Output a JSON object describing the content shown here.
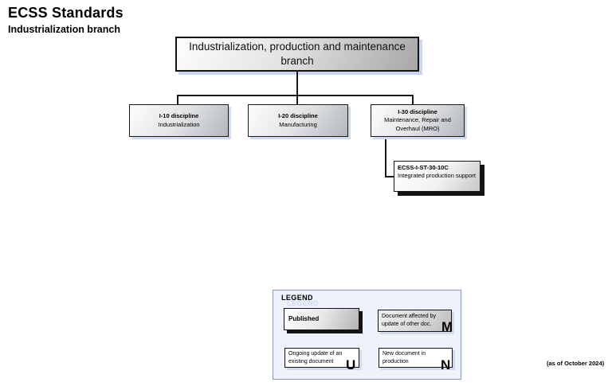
{
  "header": {
    "title": "ECSS Standards",
    "subtitle": "Industrialization branch",
    "footnote": "(as of October 2024)"
  },
  "tree": {
    "root": {
      "label": "Industrialization, production and maintenance branch"
    },
    "disciplines": [
      {
        "code": "I-10 discipline",
        "name": "Industrialization"
      },
      {
        "code": "I-20 discipline",
        "name": "Manufacturing"
      },
      {
        "code": "I-30 discipline",
        "name": "Maintenance, Repair and Overhaul (MRO)"
      }
    ],
    "documents": [
      {
        "code": "ECSS-I-ST-30-10C",
        "name": "Integrated production support",
        "status": "published",
        "parent": "I-30 discipline"
      }
    ]
  },
  "legend": {
    "title": "LEGEND",
    "items": [
      {
        "label": "Published",
        "style": "published",
        "letter": ""
      },
      {
        "label": "Document affected by update of other doc.",
        "style": "affected",
        "letter": "M"
      },
      {
        "label": "Ongoing update of an existing document",
        "style": "ongoing",
        "letter": "U"
      },
      {
        "label": "New document in production",
        "style": "new",
        "letter": "N"
      }
    ]
  },
  "colors": {
    "box_border": "#141414",
    "shadow_blue": "#c9d6ee",
    "shadow_black": "#141414",
    "legend_background": "#edf2fb",
    "legend_border": "#8d9cb5",
    "legend_ghost_text": "#ccdaf3"
  }
}
